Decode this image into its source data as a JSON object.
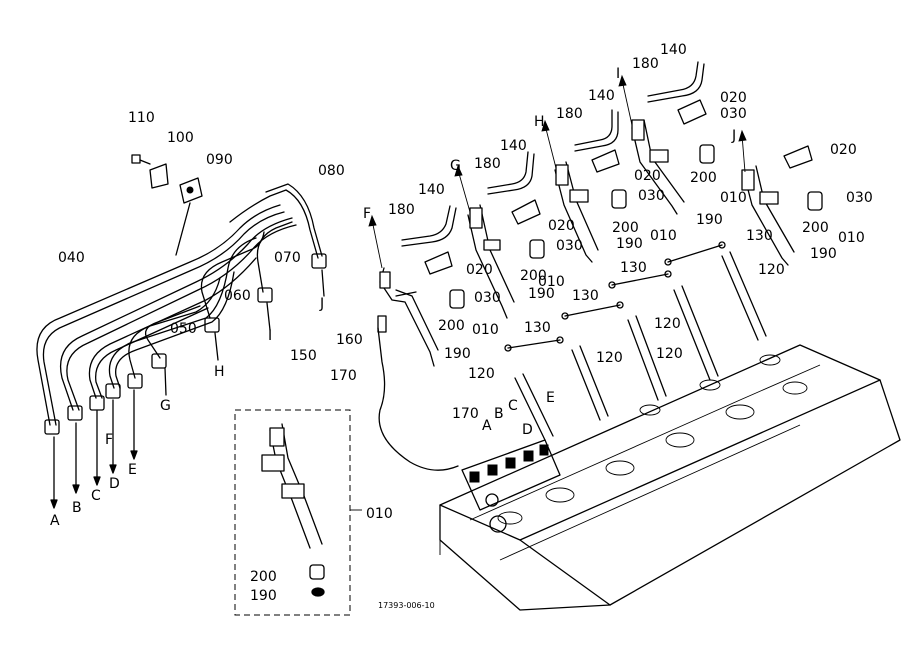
{
  "labels": {
    "p010": "010",
    "p020": "020",
    "p030": "030",
    "p040": "040",
    "p050": "050",
    "p060": "060",
    "p070": "070",
    "p080": "080",
    "p090": "090",
    "p100": "100",
    "p110": "110",
    "p120": "120",
    "p130": "130",
    "p140": "140",
    "p150": "150",
    "p160": "160",
    "p170": "170",
    "p180": "180",
    "p190": "190",
    "p200": "200",
    "A": "A",
    "B": "B",
    "C": "C",
    "D": "D",
    "E": "E",
    "F": "F",
    "G": "G",
    "H": "H",
    "I": "I",
    "J": "J"
  },
  "reference_number": "17393-006-10"
}
